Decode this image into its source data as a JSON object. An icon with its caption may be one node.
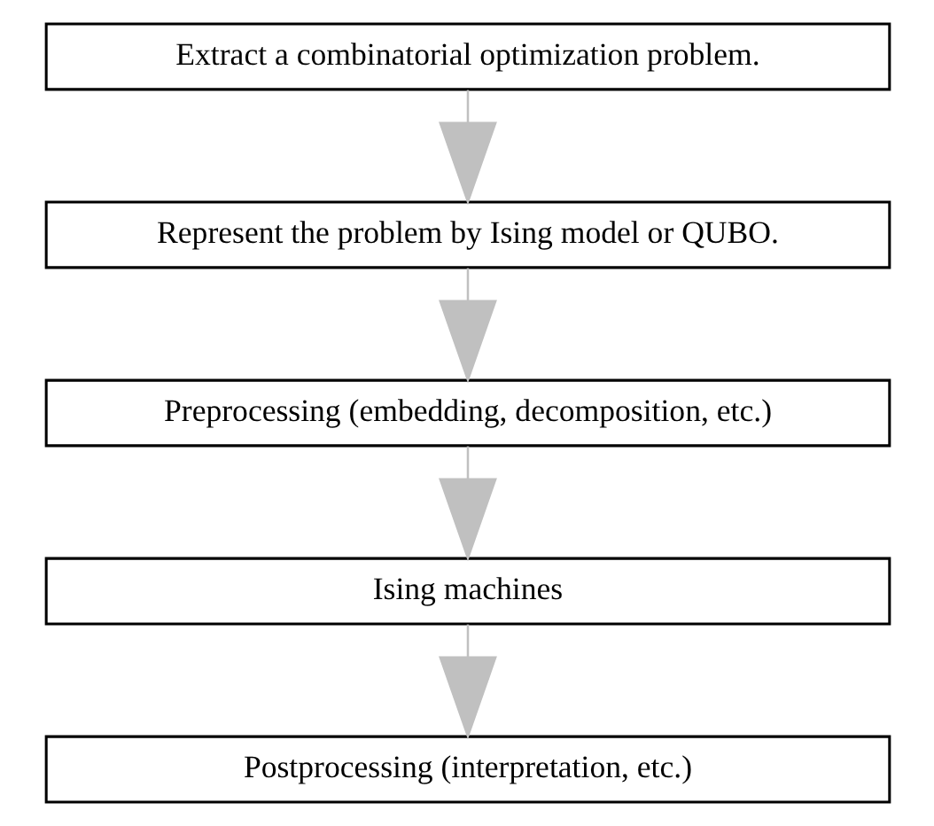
{
  "diagram": {
    "nodes": [
      {
        "text": [
          "Extract a combinatorial optimization problem."
        ]
      },
      {
        "text": [
          "Represent the problem by Ising model or QUBO."
        ]
      },
      {
        "text": [
          "Preprocessing (embedding, decomposition, etc.)"
        ]
      },
      {
        "text": [
          "Ising machines"
        ]
      },
      {
        "text": [
          "Postprocessing (interpretation, etc.)"
        ]
      }
    ],
    "edges": [
      {
        "from": 0,
        "to": 1,
        "arrow": "to"
      },
      {
        "from": 1,
        "to": 2,
        "arrow": "to"
      },
      {
        "from": 2,
        "to": 3,
        "arrow": "to"
      },
      {
        "from": 3,
        "to": 4,
        "arrow": "to"
      }
    ]
  }
}
